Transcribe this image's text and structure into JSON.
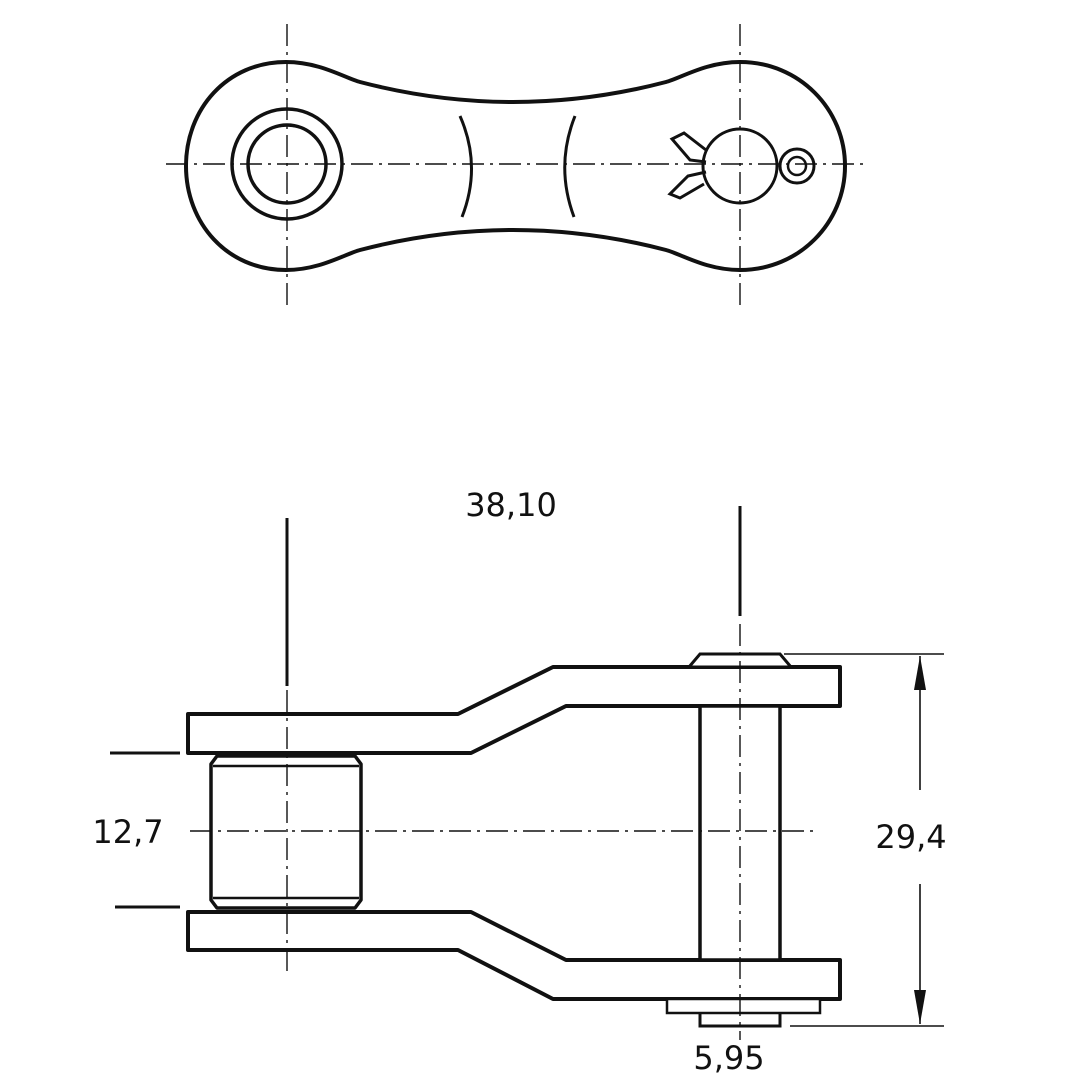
{
  "drawing": {
    "dimensions": {
      "pitch": "38,10",
      "roller_diameter": "12,7",
      "overall_width": "29,4",
      "pin_diameter": "5,95"
    },
    "colors": {
      "ink": "#111111",
      "paper": "#ffffff"
    }
  }
}
